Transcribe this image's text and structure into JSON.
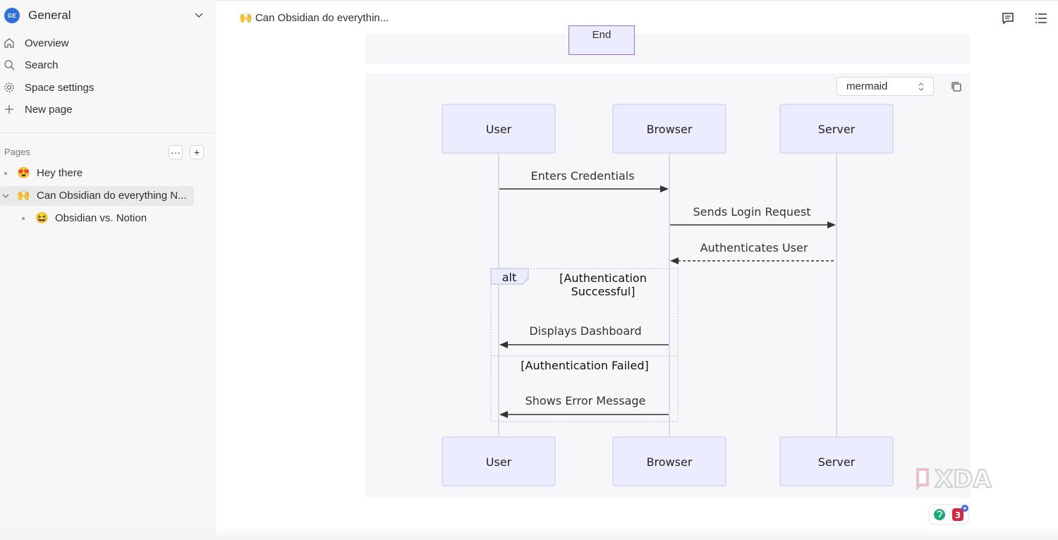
{
  "sidebar": {
    "space": {
      "badge": "GE",
      "name": "General"
    },
    "nav": [
      {
        "label": "Overview",
        "icon": "home-icon"
      },
      {
        "label": "Search",
        "icon": "search-icon"
      },
      {
        "label": "Space settings",
        "icon": "gear-icon"
      },
      {
        "label": "New page",
        "icon": "plus-icon"
      }
    ],
    "pages_label": "Pages",
    "pages": [
      {
        "emoji": "😍",
        "title": "Hey there"
      },
      {
        "emoji": "🙌",
        "title": "Can Obsidian do everything N..."
      },
      {
        "emoji": "😆",
        "title": "Obsidian vs. Notion"
      }
    ]
  },
  "topbar": {
    "breadcrumb": "🙌 Can Obsidian do everythin...",
    "icons": [
      "comment-icon",
      "outline-list-icon"
    ]
  },
  "content": {
    "previous_node_label": "End",
    "code_block": {
      "language": "mermaid",
      "copy_icon": "copy-icon"
    },
    "sequence_diagram": {
      "participants": [
        "User",
        "Browser",
        "Server"
      ],
      "messages": [
        {
          "from": "User",
          "to": "Browser",
          "text": "Enters Credentials",
          "style": "solid"
        },
        {
          "from": "Browser",
          "to": "Server",
          "text": "Sends Login Request",
          "style": "solid"
        },
        {
          "from": "Server",
          "to": "Browser",
          "text": "Authenticates User",
          "style": "dashed"
        },
        {
          "from": "Browser",
          "to": "User",
          "text": "Displays Dashboard",
          "style": "solid"
        },
        {
          "from": "Browser",
          "to": "User",
          "text": "Shows Error Message",
          "style": "solid"
        }
      ],
      "alt_block": {
        "label": "alt",
        "condition_1": [
          "[Authentication",
          "Successful]"
        ],
        "condition_2": "[Authentication Failed]"
      }
    }
  },
  "colors": {
    "actor_fill": "#ececff",
    "actor_stroke": "#c9c9ef",
    "lifeline": "#c8c8e0",
    "arrow": "#333333",
    "space_badge": "#2f6fdc"
  },
  "overlay": {
    "watermark": "XDA",
    "extension_badge_count": "3"
  }
}
